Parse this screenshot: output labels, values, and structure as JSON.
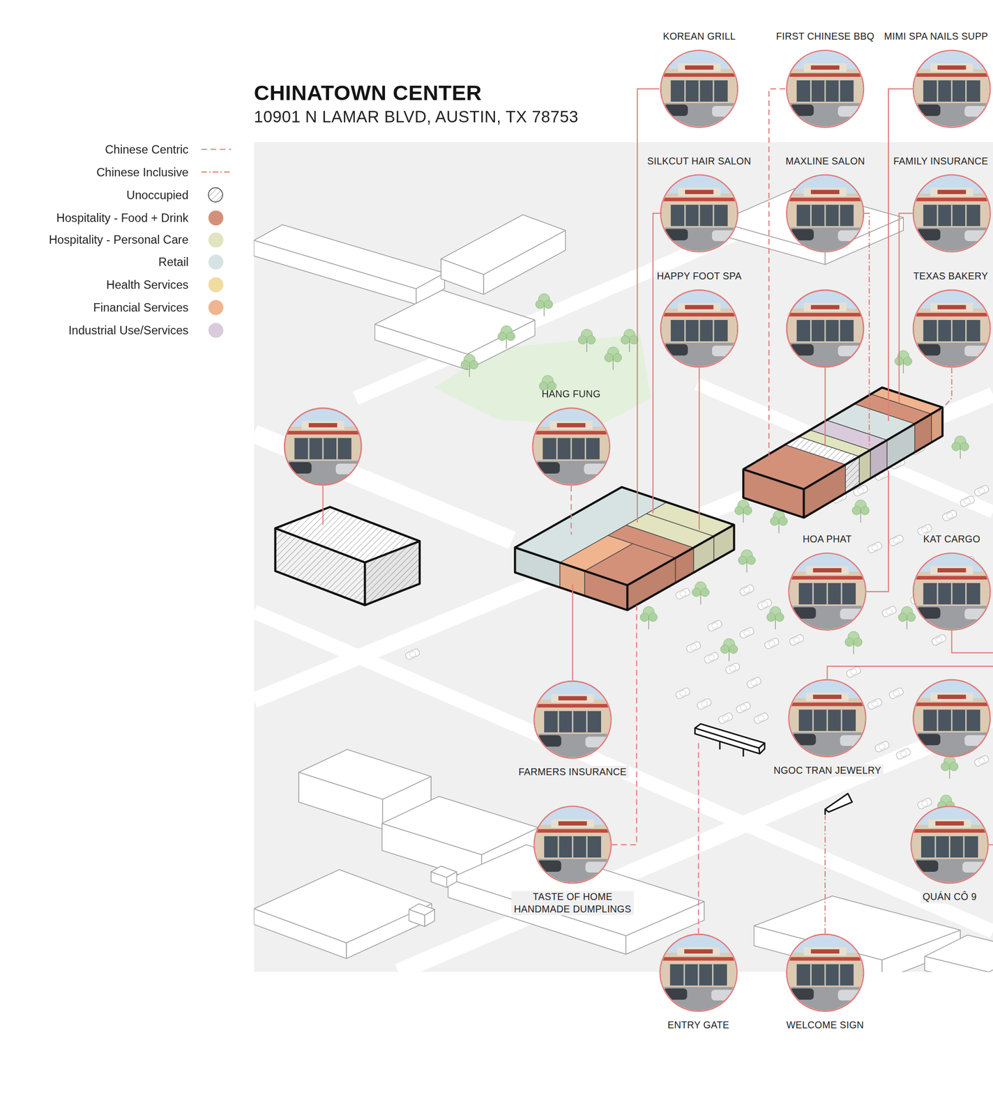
{
  "diagram": {
    "title": "CHINATOWN CENTER",
    "caption": "10901 N LAMAR BLVD, AUSTIN, TX 78753",
    "nodes": [
      {
        "text": [
          "KOREAN GRILL"
        ]
      },
      {
        "text": [
          "FIRST CHINESE BBQ"
        ]
      },
      {
        "text": [
          "MIMI SPA NAILS SUPP"
        ]
      },
      {
        "text": [
          "SILKCUT HAIR SALON"
        ]
      },
      {
        "text": [
          "MAXLINE SALON"
        ]
      },
      {
        "text": [
          "FAMILY INSURANCE"
        ]
      },
      {
        "text": [
          "HAPPY FOOT SPA"
        ]
      },
      {
        "text": [
          "TEXAS BAKERY"
        ]
      },
      {
        "text": [
          "HANG FUNG"
        ]
      },
      {
        "text": [
          "HOA PHAT"
        ]
      },
      {
        "text": [
          "KAT CARGO"
        ]
      },
      {
        "text": [
          "FARMERS INSURANCE"
        ]
      },
      {
        "text": [
          "NGOC TRAN JEWELRY"
        ]
      },
      {
        "text": [
          "TASTE OF HOME HANDMADE DUMPLINGS"
        ]
      },
      {
        "text": [
          "QUÁN CÔ 9"
        ]
      },
      {
        "text": [
          "ENTRY GATE"
        ]
      },
      {
        "text": [
          "WELCOME SIGN"
        ]
      }
    ],
    "legend": [
      {
        "text": "Chinese Centric"
      },
      {
        "text": "Chinese Inclusive"
      },
      {
        "text": "Unoccupied"
      },
      {
        "text": "Hospitality - Food + Drink",
        "color": "#d4917a"
      },
      {
        "text": "Hospitality - Personal Care",
        "color": "#e1e4bf"
      },
      {
        "text": "Retail",
        "color": "#d7e3e3"
      },
      {
        "text": "Health Services",
        "color": "#f2dba1"
      },
      {
        "text": "Financial Services",
        "color": "#f0b48f"
      },
      {
        "text": "Industrial Use/Services",
        "color": "#d9cbdc"
      }
    ]
  }
}
